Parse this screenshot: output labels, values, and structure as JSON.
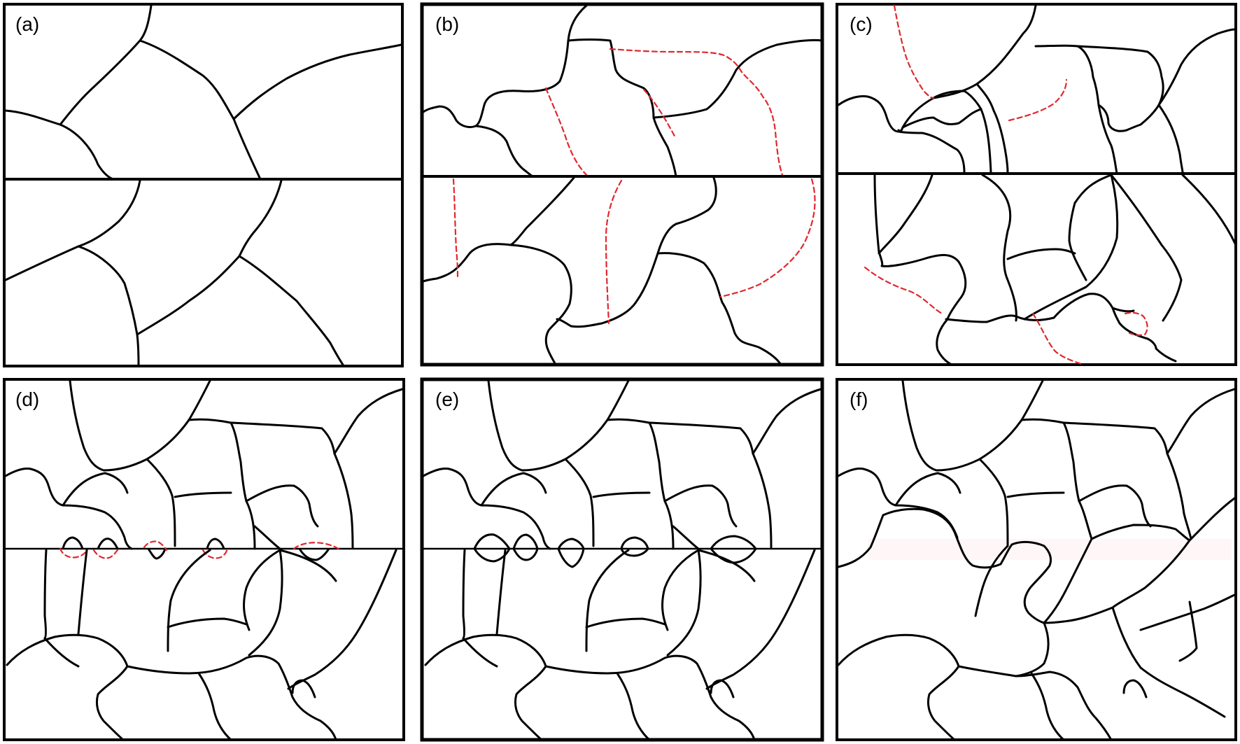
{
  "figure": {
    "panels": [
      {
        "id": "a",
        "label": "(a)"
      },
      {
        "id": "b",
        "label": "(b)"
      },
      {
        "id": "c",
        "label": "(c)"
      },
      {
        "id": "d",
        "label": "(d)"
      },
      {
        "id": "e",
        "label": "(e)"
      },
      {
        "id": "f",
        "label": "(f)"
      }
    ],
    "colors": {
      "boundary": "#000000",
      "migrating_boundary": "#e0282e",
      "background": "#ffffff"
    }
  }
}
